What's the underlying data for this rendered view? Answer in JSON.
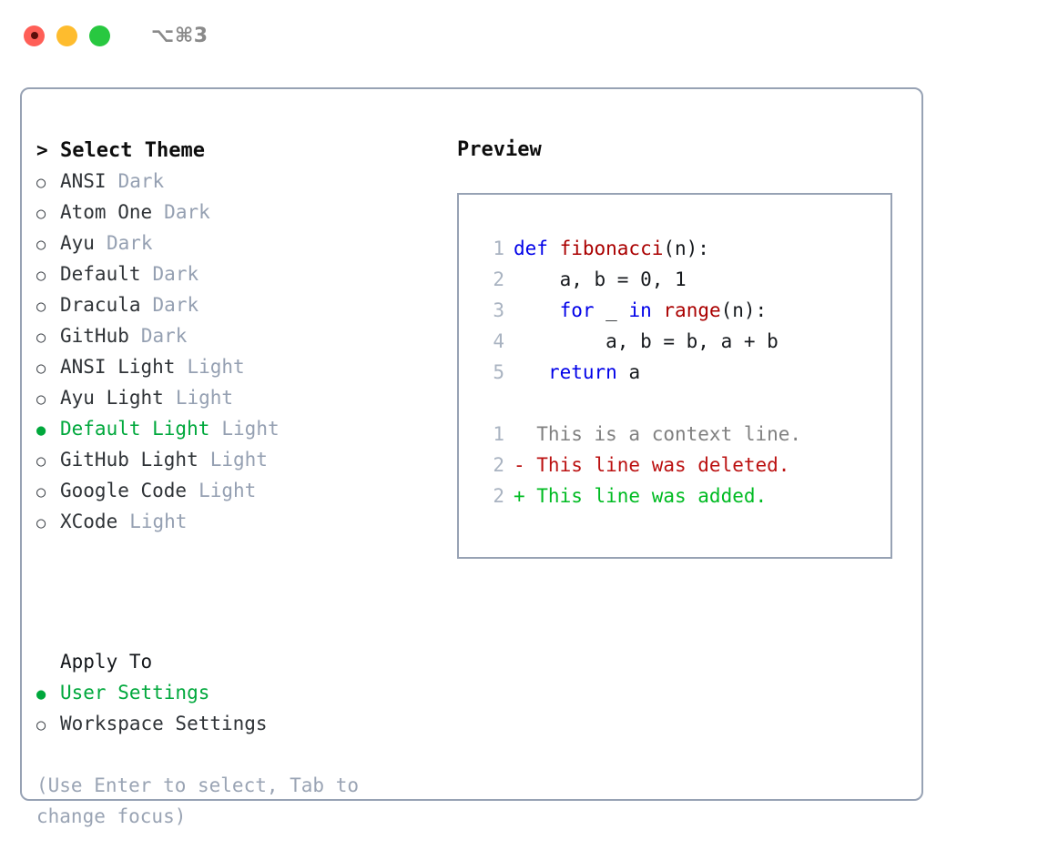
{
  "window": {
    "shortcut_label": "⌥⌘3",
    "traffic_lights": {
      "close": "close-button",
      "minimize": "minimize-button",
      "maximize": "maximize-button"
    }
  },
  "theme_picker": {
    "header_marker": ">",
    "header_label": "Select Theme",
    "selected_marker": "●",
    "unselected_marker": "○",
    "items": [
      {
        "name": "ANSI",
        "kind": "Dark",
        "selected": false
      },
      {
        "name": "Atom One",
        "kind": "Dark",
        "selected": false
      },
      {
        "name": "Ayu",
        "kind": "Dark",
        "selected": false
      },
      {
        "name": "Default",
        "kind": "Dark",
        "selected": false
      },
      {
        "name": "Dracula",
        "kind": "Dark",
        "selected": false
      },
      {
        "name": "GitHub",
        "kind": "Dark",
        "selected": false
      },
      {
        "name": "ANSI Light",
        "kind": "Light",
        "selected": false
      },
      {
        "name": "Ayu Light",
        "kind": "Light",
        "selected": false
      },
      {
        "name": "Default Light",
        "kind": "Light",
        "selected": true
      },
      {
        "name": "GitHub Light",
        "kind": "Light",
        "selected": false
      },
      {
        "name": "Google Code",
        "kind": "Light",
        "selected": false
      },
      {
        "name": "XCode",
        "kind": "Light",
        "selected": false
      }
    ]
  },
  "apply_to": {
    "header_label": "Apply To",
    "options": [
      {
        "label": "User Settings",
        "selected": true
      },
      {
        "label": "Workspace Settings",
        "selected": false
      }
    ]
  },
  "hint": {
    "line1": "(Use Enter to select, Tab to",
    "line2": "change focus)"
  },
  "preview": {
    "title": "Preview",
    "code_lines": [
      {
        "num": "1",
        "tokens": [
          {
            "t": "def ",
            "c": "kw"
          },
          {
            "t": "fibonacci",
            "c": "fn"
          },
          {
            "t": "(n):",
            "c": "plain"
          }
        ]
      },
      {
        "num": "2",
        "tokens": [
          {
            "t": "    a, b = 0, 1",
            "c": "plain"
          }
        ]
      },
      {
        "num": "3",
        "tokens": [
          {
            "t": "    ",
            "c": "plain"
          },
          {
            "t": "for",
            "c": "kw"
          },
          {
            "t": " _ ",
            "c": "plain"
          },
          {
            "t": "in",
            "c": "kw"
          },
          {
            "t": " ",
            "c": "plain"
          },
          {
            "t": "range",
            "c": "fn"
          },
          {
            "t": "(n):",
            "c": "plain"
          }
        ]
      },
      {
        "num": "4",
        "tokens": [
          {
            "t": "        a, b = b, a + b",
            "c": "plain"
          }
        ]
      },
      {
        "num": "5",
        "tokens": [
          {
            "t": "   ",
            "c": "plain"
          },
          {
            "t": "return",
            "c": "kw"
          },
          {
            "t": " a",
            "c": "plain"
          }
        ]
      }
    ],
    "diff_lines": [
      {
        "num": "1",
        "mark": " ",
        "text": "This is a context line.",
        "kind": "ctx"
      },
      {
        "num": "2",
        "mark": "-",
        "text": "This line was deleted.",
        "kind": "del"
      },
      {
        "num": "2",
        "mark": "+",
        "text": "This line was added.",
        "kind": "add"
      }
    ]
  },
  "colors": {
    "accent_green": "#00a83c",
    "border": "#97a2b4",
    "muted": "#95a0b2",
    "gutter": "#a9b3c1",
    "keyword": "#0000e8",
    "function": "#aa0000",
    "diff_deleted": "#bb1111",
    "diff_added": "#00bb22",
    "diff_context": "#808080",
    "traffic_close": "#ff5f57",
    "traffic_min": "#febc2e",
    "traffic_max": "#28c840"
  }
}
